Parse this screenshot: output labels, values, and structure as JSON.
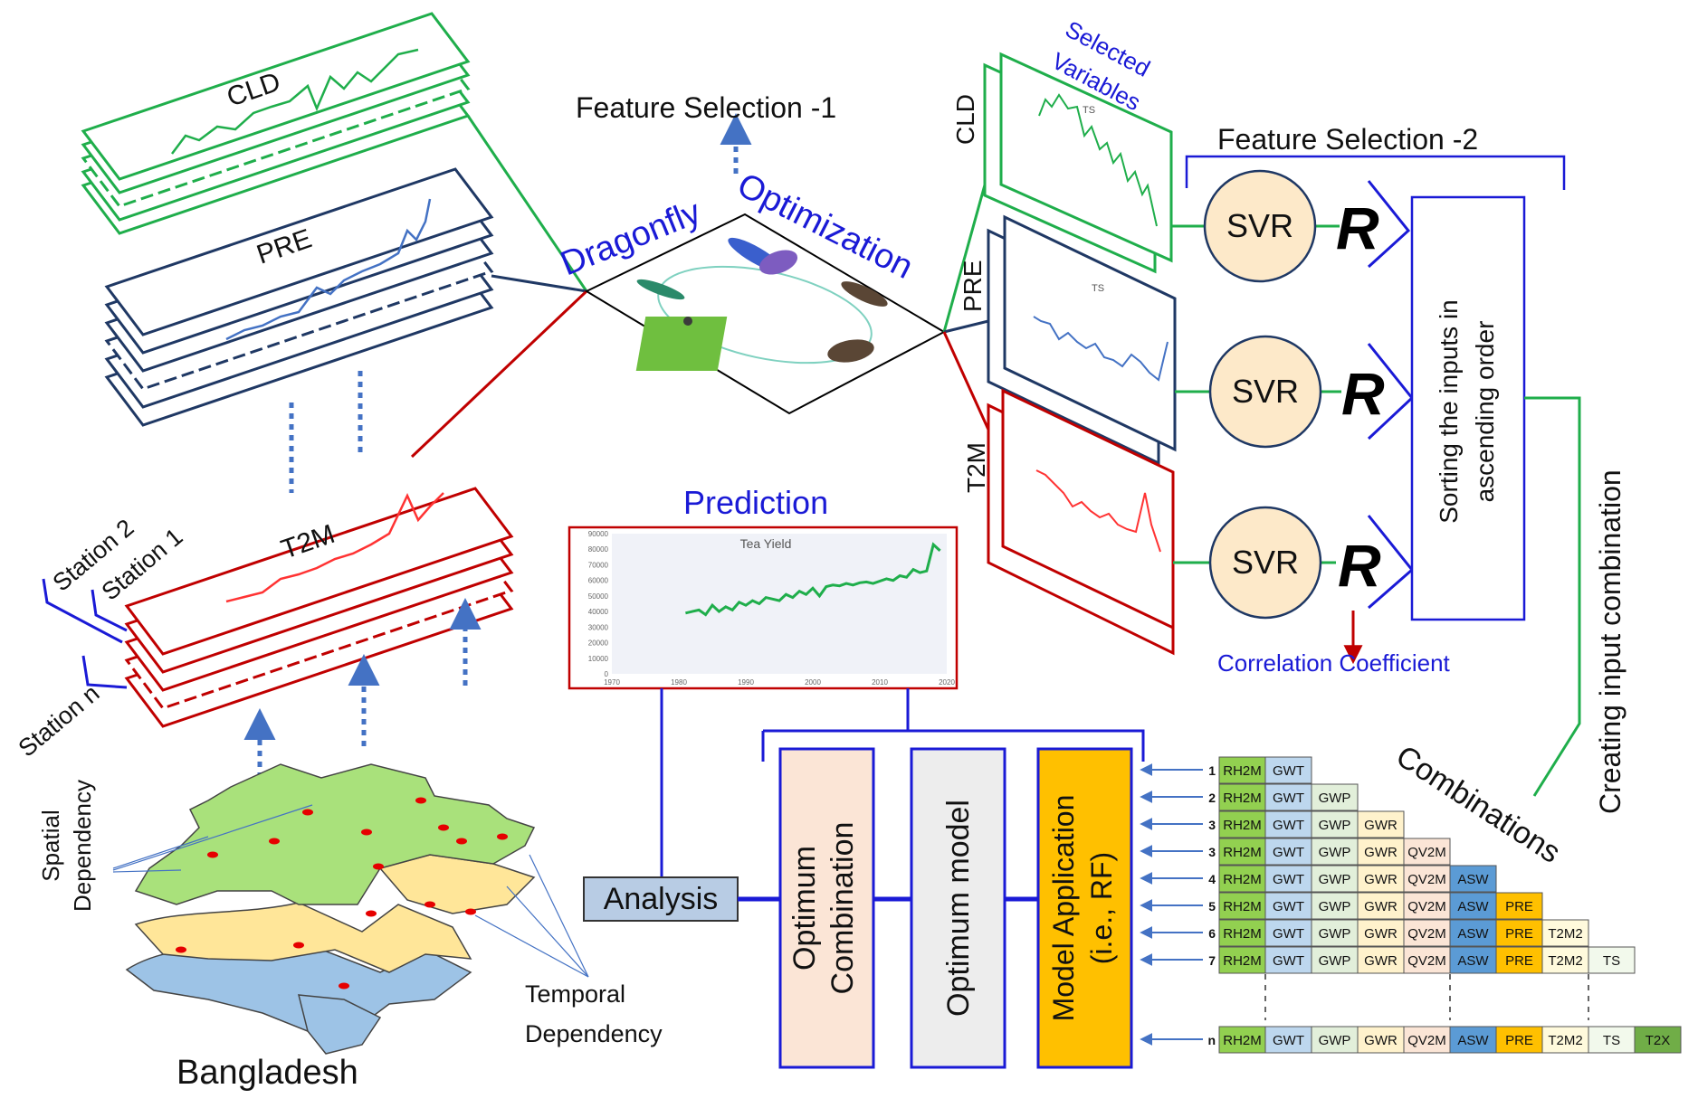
{
  "colors": {
    "green": "#1fae4b",
    "navy": "#1f3864",
    "red": "#c00000",
    "blue": "#1a1ad6",
    "svr_fill": "#fde9c9",
    "analysis_fill": "#b8cce4",
    "orange": "#ffc000",
    "peach": "#fbe5d6",
    "gray": "#ededed"
  },
  "layers": {
    "cld": "CLD",
    "pre": "PRE",
    "t2m": "T2M"
  },
  "stations": {
    "s2": "Station 2",
    "s1": "Station 1",
    "sn": "Station n"
  },
  "feature_selection_1": "Feature Selection -1",
  "dragonfly": {
    "word1": "Dragonfly",
    "word2": "Optimization"
  },
  "selected_variables": {
    "line1": "Selected",
    "line2": "Variables"
  },
  "right_layers": {
    "cld": "CLD",
    "pre": "PRE",
    "t2m": "T2M",
    "ts_mark": "TS"
  },
  "feature_selection_2": "Feature Selection -2",
  "svr": "SVR",
  "r_letter": "R",
  "sorting_box": {
    "line1": "Sorting the inputs in",
    "line2": "ascending order"
  },
  "creating_input": "Creating input combination",
  "correlation": "Correlation Coefficient",
  "prediction": "Prediction",
  "chart_title": "Tea Yield",
  "chart_data": {
    "type": "line",
    "title": "Tea Yield",
    "x": [
      1981,
      1982,
      1983,
      1984,
      1985,
      1986,
      1987,
      1988,
      1989,
      1990,
      1991,
      1992,
      1993,
      1994,
      1995,
      1996,
      1997,
      1998,
      1999,
      2000,
      2001,
      2002,
      2003,
      2004,
      2005,
      2006,
      2007,
      2008,
      2009,
      2010,
      2011,
      2012,
      2013,
      2014,
      2015,
      2016,
      2017,
      2018,
      2019
    ],
    "values": [
      39000,
      40000,
      41000,
      38000,
      44000,
      40000,
      43000,
      41000,
      46000,
      44000,
      47000,
      45000,
      49000,
      48000,
      47000,
      51000,
      49000,
      53000,
      51000,
      55000,
      50000,
      56000,
      57000,
      56500,
      58000,
      57000,
      58500,
      59000,
      58000,
      59500,
      61000,
      60000,
      63000,
      62000,
      67000,
      65000,
      66000,
      83000,
      79000
    ],
    "xticks": [
      1970,
      1980,
      1990,
      2000,
      2010,
      2020
    ],
    "yticks": [
      0,
      10000,
      20000,
      30000,
      40000,
      50000,
      60000,
      70000,
      80000,
      90000
    ],
    "xlim": [
      1970,
      2020
    ],
    "ylim": [
      0,
      90000
    ]
  },
  "bottom": {
    "analysis": "Analysis",
    "optimum_combination": "Optimum Combination",
    "optimum_model": "Optimum model",
    "model_application": "Model Application (i.e., RF)"
  },
  "combinations": {
    "title": "Combinations",
    "rows": [
      {
        "label": "1",
        "cells": [
          "RH2M",
          "GWT"
        ]
      },
      {
        "label": "2",
        "cells": [
          "RH2M",
          "GWT",
          "GWP"
        ]
      },
      {
        "label": "3",
        "cells": [
          "RH2M",
          "GWT",
          "GWP",
          "GWR"
        ]
      },
      {
        "label": "3",
        "cells": [
          "RH2M",
          "GWT",
          "GWP",
          "GWR",
          "QV2M"
        ]
      },
      {
        "label": "4",
        "cells": [
          "RH2M",
          "GWT",
          "GWP",
          "GWR",
          "QV2M",
          "ASW"
        ]
      },
      {
        "label": "5",
        "cells": [
          "RH2M",
          "GWT",
          "GWP",
          "GWR",
          "QV2M",
          "ASW",
          "PRE"
        ]
      },
      {
        "label": "6",
        "cells": [
          "RH2M",
          "GWT",
          "GWP",
          "GWR",
          "QV2M",
          "ASW",
          "PRE",
          "T2M2"
        ]
      },
      {
        "label": "7",
        "cells": [
          "RH2M",
          "GWT",
          "GWP",
          "GWR",
          "QV2M",
          "ASW",
          "PRE",
          "T2M2",
          "TS"
        ]
      }
    ],
    "last_row": {
      "label": "n",
      "cells": [
        "RH2M",
        "GWT",
        "GWP",
        "GWR",
        "QV2M",
        "ASW",
        "PRE",
        "T2M2",
        "TS",
        "T2X"
      ]
    },
    "cell_colors": [
      "#92d050",
      "#bdd7ee",
      "#e2efda",
      "#fff2cc",
      "#fbe5d6",
      "#5b9bd5",
      "#ffc000",
      "#fffadc",
      "#f2f9ec",
      "#70ad47"
    ]
  },
  "map": {
    "spatial": "Spatial Dependency",
    "spatial_l1": "Spatial",
    "spatial_l2": "Dependency",
    "temporal_l1": "Temporal",
    "temporal_l2": "Dependency",
    "country": "Bangladesh"
  }
}
